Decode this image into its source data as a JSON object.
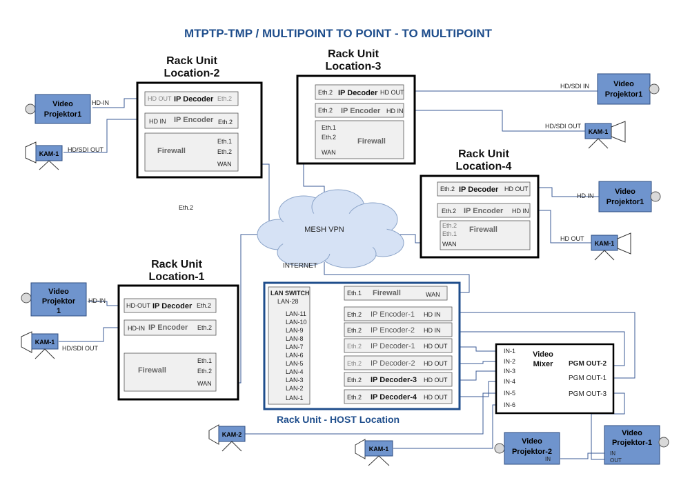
{
  "title": "MTPTP-TMP / MULTIPOINT TO POINT - TO MULTIPOINT",
  "cloud": {
    "label": "MESH VPN",
    "internet": "INTERNET"
  },
  "stray_label": "Eth.2",
  "loc2": {
    "title1": "Rack Unit",
    "title2": "Location-2",
    "decoder": {
      "name": "IP Decoder",
      "left": "HD OUT",
      "right": "Eth.2"
    },
    "encoder": {
      "name": "IP Encoder",
      "left": "HD IN",
      "right": "Eth.2"
    },
    "firewall": {
      "name": "Firewall",
      "p1": "Eth.1",
      "p2": "Eth.2",
      "p3": "WAN"
    },
    "projector": {
      "line1": "Video",
      "line2": "Projektor1",
      "port": "HD-IN"
    },
    "cam": {
      "label": "KAM-1",
      "port": "HD/SDI OUT"
    }
  },
  "loc3": {
    "title1": "Rack Unit",
    "title2": "Location-3",
    "decoder": {
      "name": "IP Decoder",
      "left": "Eth.2",
      "right": "HD OUT"
    },
    "encoder": {
      "name": "IP Encoder",
      "left": "Eth.2",
      "right": "HD IN"
    },
    "firewall": {
      "name": "Firewall",
      "p1": "Eth.1",
      "p2": "Eth.2",
      "p3": "WAN"
    },
    "projector": {
      "line1": "Video",
      "line2": "Projektor1",
      "port": "HD/SDI IN"
    },
    "cam": {
      "label": "KAM-1",
      "port": "HD/SDI OUT"
    }
  },
  "loc4": {
    "title1": "Rack Unit",
    "title2": "Location-4",
    "decoder": {
      "name": "IP Decoder",
      "left": "Eth.2",
      "right": "HD OUT"
    },
    "encoder": {
      "name": "IP Encoder",
      "left": "Eth.2",
      "right": "HD IN"
    },
    "firewall": {
      "name": "Firewall",
      "p1": "Eth.2",
      "p2": "Eth.1",
      "p3": "WAN"
    },
    "projector": {
      "line1": "Video",
      "line2": "Projektor1",
      "port": "HD IN"
    },
    "cam": {
      "label": "KAM-1",
      "port": "HD OUT"
    }
  },
  "loc1": {
    "title1": "Rack Unit",
    "title2": "Location-1",
    "decoder": {
      "name": "IP Decoder",
      "left": "HD-OUT",
      "right": "Eth.2"
    },
    "encoder": {
      "name": "IP Encoder",
      "left": "HD-IN",
      "right": "Eth.2"
    },
    "firewall": {
      "name": "Firewall",
      "p1": "Eth.1",
      "p2": "Eth.2",
      "p3": "WAN"
    },
    "projector": {
      "line1": "Video",
      "line2": "Projektor",
      "line3": "1",
      "port": "HD-IN"
    },
    "cam": {
      "label": "KAM-1",
      "port": "HD/SDI OUT"
    }
  },
  "host": {
    "title": "Rack Unit - HOST Location",
    "switch": {
      "name": "LAN SWITCH",
      "ports": [
        "LAN-28",
        "LAN-11",
        "LAN-10",
        "LAN-9",
        "LAN-8",
        "LAN-7",
        "LAN-6",
        "LAN-5",
        "LAN-4",
        "LAN-3",
        "LAN-2",
        "LAN-1"
      ]
    },
    "firewall": {
      "left": "Eth.1",
      "name": "Firewall",
      "right": "WAN"
    },
    "modules": [
      {
        "left": "Eth.2",
        "name": "IP Encoder-1",
        "right": "HD IN"
      },
      {
        "left": "Eth.2",
        "name": "IP Encoder-2",
        "right": "HD IN"
      },
      {
        "left": "Eth.2",
        "name": "IP Decoder-1",
        "right": "HD OUT"
      },
      {
        "left": "Eth.2",
        "name": "IP Decoder-2",
        "right": "HD OUT"
      },
      {
        "left": "Eth.2",
        "name": "IP Decoder-3",
        "right": "HD OUT"
      },
      {
        "left": "Eth.2",
        "name": "IP Decoder-4",
        "right": "HD OUT"
      }
    ]
  },
  "mixer": {
    "line1": "Video",
    "line2": "Mixer",
    "inputs": [
      "IN-1",
      "IN-2",
      "IN-3",
      "IN-4",
      "IN-5",
      "IN-6"
    ],
    "outputs": [
      "PGM OUT-2",
      "PGM OUT-1",
      "PGM OUT-3"
    ]
  },
  "host_devices": {
    "cam2": "KAM-2",
    "cam1": "KAM-1",
    "proj2": {
      "line1": "Video",
      "line2": "Projektor-2",
      "port": "IN"
    },
    "proj1": {
      "line1": "Video",
      "line2": "Projektor-1",
      "in": "IN",
      "out": "OUT"
    }
  },
  "colors": {
    "accent": "#1f4e8c",
    "device": "#6f94cd",
    "line": "#3a5a96"
  }
}
